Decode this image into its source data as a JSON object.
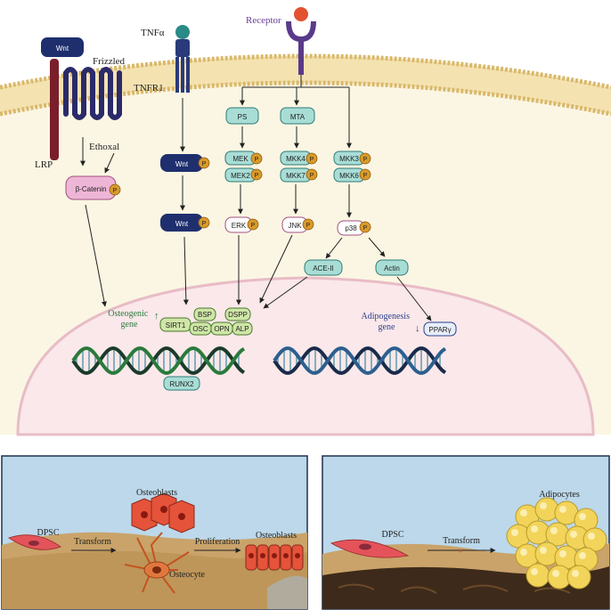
{
  "membrane": {
    "wnt_top": "Wnt",
    "frizzled": "Frizzled",
    "lrp": "LRP",
    "tnfa": "TNFα",
    "tnfr1": "TNFR1",
    "receptor": "Receptor"
  },
  "nodes": {
    "ethoxal": "Ethoxal",
    "beta_catenin": "β-Catenin",
    "wnt1": "Wnt",
    "wnt2": "Wnt",
    "ps": "PS",
    "mta": "MTA",
    "mek": "MEK",
    "mek2": "MEK2",
    "mkk4": "MKK4",
    "mkk7": "MKK7",
    "mkk3": "MKK3",
    "mkk6": "MKK6",
    "erk": "ERK",
    "jnk": "JNK",
    "p38": "p38",
    "ace2": "ACE-II",
    "actin": "Actin",
    "phospho": "P"
  },
  "nucleus": {
    "osteogenic_gene": "Osteogenic\ngene",
    "sirt1": "SIRT1",
    "bsp": "BSP",
    "osc": "OSC",
    "opn": "OPN",
    "dspp": "DSPP",
    "alp": "ALP",
    "runx2": "RUNX2",
    "adipogenesis_gene": "Adipogenesis\ngene",
    "ppar": "PPARγ"
  },
  "panel_left": {
    "dpsc": "DPSC",
    "transform": "Transform",
    "osteoblasts_top": "Osteoblasts",
    "osteocyte": "Osteocyte",
    "proliferation": "Proliferation",
    "osteoblasts_right": "Osteoblasts"
  },
  "panel_right": {
    "dpsc": "DPSC",
    "transform": "Transform",
    "adipocytes": "Adipocytes"
  },
  "colors": {
    "cell_bg": "#fbf6e3",
    "membrane": "#e9cf8a",
    "nucleus_fill": "#fae8ea",
    "nucleus_edge": "#e8bcc6",
    "navy": "#1f2f6e",
    "teal_node": "#a8ddd6",
    "teal_edge": "#2f7b76",
    "pink_node": "#eeb6d6",
    "green_gene": "#cfe6a8",
    "phospho": "#d99a2b",
    "green_text": "#2a7a3b",
    "blue_text": "#2c3f8f",
    "purple_text": "#6a3d9a",
    "panel_sky": "#bcd8ea",
    "panel_ground": "#c9a36a"
  }
}
